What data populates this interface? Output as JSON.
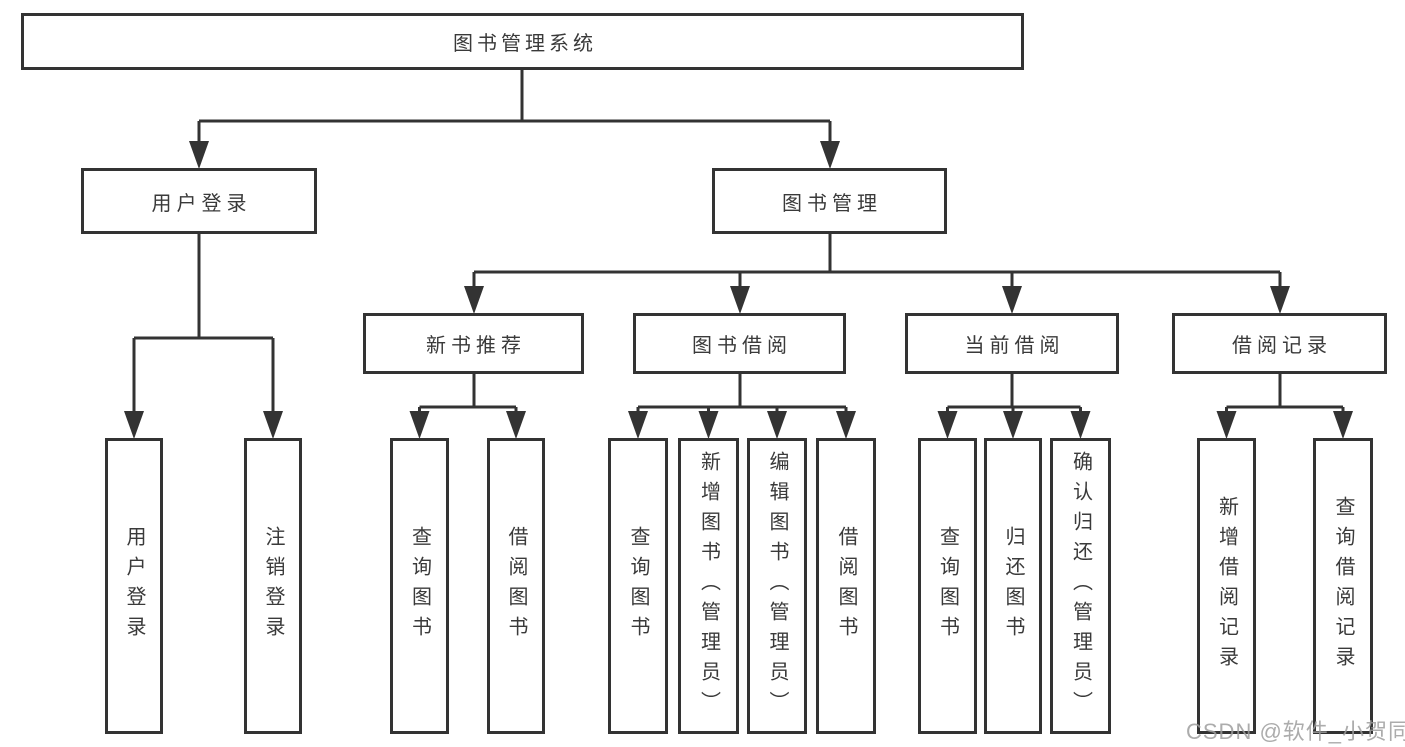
{
  "diagram": {
    "type": "tree",
    "title": "图书管理系统",
    "root": {
      "label": "图书管理系统",
      "children": [
        {
          "label": "用户登录",
          "children": [
            {
              "label": "用户登录"
            },
            {
              "label": "注销登录"
            }
          ]
        },
        {
          "label": "图书管理",
          "children": [
            {
              "label": "新书推荐",
              "children": [
                {
                  "label": "查询图书"
                },
                {
                  "label": "借阅图书"
                }
              ]
            },
            {
              "label": "图书借阅",
              "children": [
                {
                  "label": "查询图书"
                },
                {
                  "label": "新增图书（管理员）"
                },
                {
                  "label": "编辑图书（管理员）"
                },
                {
                  "label": "借阅图书"
                }
              ]
            },
            {
              "label": "当前借阅",
              "children": [
                {
                  "label": "查询图书"
                },
                {
                  "label": "归还图书"
                },
                {
                  "label": "确认归还（管理员）"
                }
              ]
            },
            {
              "label": "借阅记录",
              "children": [
                {
                  "label": "新增借阅记录"
                },
                {
                  "label": "查询借阅记录"
                }
              ]
            }
          ]
        }
      ]
    }
  },
  "watermark": {
    "text": "CSDN @软件_小贺同学"
  },
  "colors": {
    "line": "#333333",
    "text": "#3a3a3a",
    "background": "#ffffff",
    "watermark": "#9e9e9e"
  }
}
